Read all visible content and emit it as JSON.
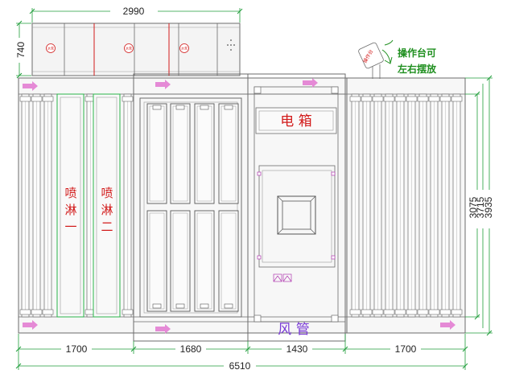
{
  "dimensions": {
    "top_width": "2990",
    "top_height": "740",
    "bottom_segments": [
      "1700",
      "1680",
      "1430",
      "1700"
    ],
    "total_width": "6510",
    "right_heights": [
      "3075",
      "3715",
      "3935"
    ]
  },
  "labels": {
    "spray_one": [
      "喷",
      "淋",
      "一"
    ],
    "spray_two": [
      "喷",
      "淋",
      "二"
    ],
    "electrical_box": "电 箱",
    "air_duct": "风 管",
    "console_note_line1": "操作台可",
    "console_note_line2": "左右摆放",
    "top_unit_tags": [
      "水泵",
      "水泵",
      "水泵"
    ],
    "console_tag": "操作台"
  },
  "colors": {
    "line": "#6b6b6b",
    "dimension_line": "#1f9d3a",
    "red": "#d21a1a",
    "pink_arrow": "#e58ad6",
    "note_green": "#1f8f1f",
    "body_fill": "#f4f4f4"
  }
}
